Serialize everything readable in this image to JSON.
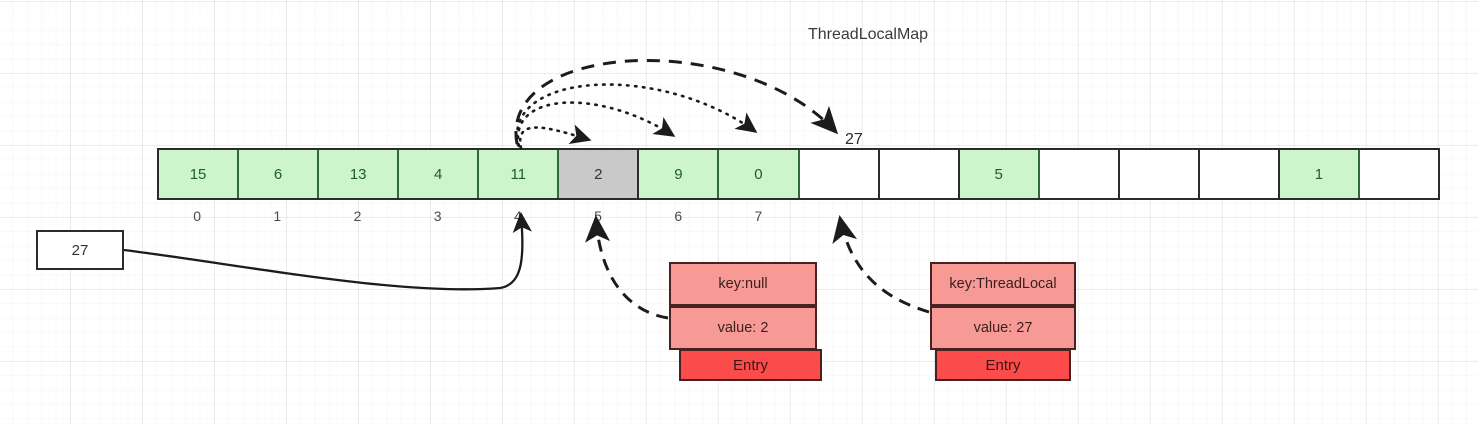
{
  "diagram": {
    "title": "ThreadLocalMap",
    "colors": {
      "occupied_slot": "#ccf5cc",
      "stale_slot": "#c9c9c9",
      "empty_slot": "#ffffff",
      "entry_body": "#f79a96",
      "entry_label": "#fb4b4b",
      "stroke": "#2b2b2b"
    }
  },
  "array": {
    "name": "table",
    "slots": [
      {
        "index": 0,
        "value": "15",
        "state": "green"
      },
      {
        "index": 1,
        "value": "6",
        "state": "green"
      },
      {
        "index": 2,
        "value": "13",
        "state": "green"
      },
      {
        "index": 3,
        "value": "4",
        "state": "green"
      },
      {
        "index": 4,
        "value": "11",
        "state": "green"
      },
      {
        "index": 5,
        "value": "2",
        "state": "gray"
      },
      {
        "index": 6,
        "value": "9",
        "state": "green"
      },
      {
        "index": 7,
        "value": "0",
        "state": "green"
      },
      {
        "index": 8,
        "value": "",
        "state": "empty"
      },
      {
        "index": 9,
        "value": "",
        "state": "empty"
      },
      {
        "index": 10,
        "value": "5",
        "state": "green"
      },
      {
        "index": 11,
        "value": "",
        "state": "empty"
      },
      {
        "index": 12,
        "value": "",
        "state": "empty"
      },
      {
        "index": 13,
        "value": "",
        "state": "empty"
      },
      {
        "index": 14,
        "value": "1",
        "state": "green"
      },
      {
        "index": 15,
        "value": "",
        "state": "empty"
      }
    ],
    "index_labels": [
      "0",
      "1",
      "2",
      "3",
      "4",
      "5",
      "6",
      "7",
      "",
      "",
      "",
      "",
      "",
      "",
      "",
      ""
    ]
  },
  "input_box": {
    "value": "27"
  },
  "probe_label": {
    "value": "27"
  },
  "entries": [
    {
      "id": "entry-null",
      "key": "key:null",
      "value": "value: 2",
      "type_label": "Entry"
    },
    {
      "id": "entry-threadlocal",
      "key": "key:ThreadLocal",
      "value": "value: 27",
      "type_label": "Entry"
    }
  ]
}
